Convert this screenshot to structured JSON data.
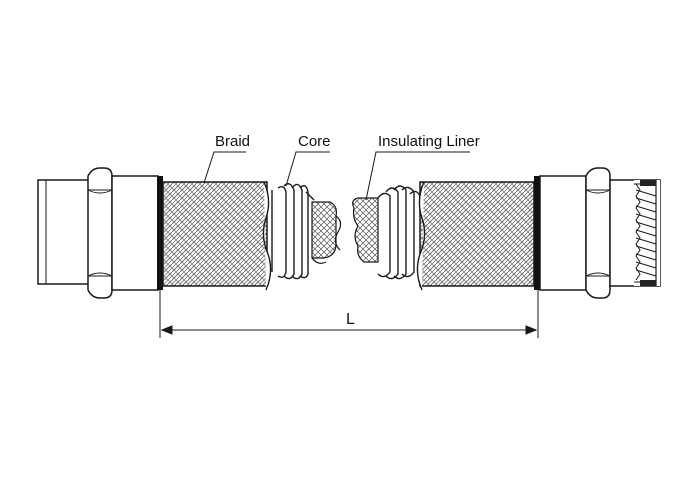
{
  "labels": {
    "braid": "Braid",
    "core": "Core",
    "insulating_liner": "Insulating Liner",
    "length": "L"
  },
  "colors": {
    "line": "#1a1a1a",
    "braid_stroke": "#555555",
    "background": "#ffffff"
  }
}
